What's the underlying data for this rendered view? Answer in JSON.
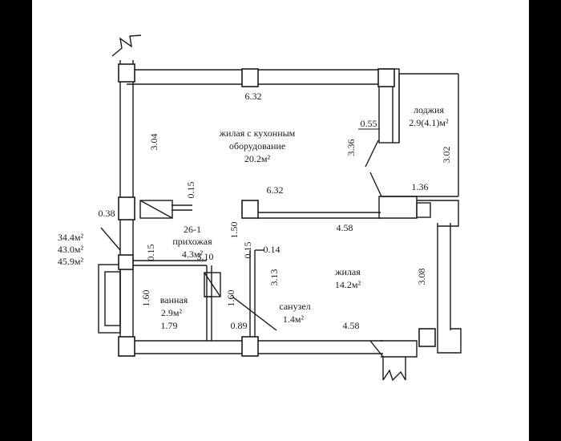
{
  "plan": {
    "summary_areas": [
      "34.4м²",
      "43.0м²",
      "45.9м²"
    ],
    "apartment_number": "26-1",
    "rooms": [
      {
        "name": "жилая с кухонным",
        "name2": "оборудование",
        "area": "20.2м²"
      },
      {
        "name": "лоджия",
        "area": "2.9(4.1)м²"
      },
      {
        "name": "прихожая",
        "area": "4.3м²"
      },
      {
        "name": "жилая",
        "area": "14.2м²"
      },
      {
        "name": "ванная",
        "area": "2.9м²"
      },
      {
        "name": "санузел",
        "area": "1.4м²"
      }
    ],
    "dimensions": {
      "top_width": "6.32",
      "kitchen_height": "3.04",
      "kitchen_inner_width": "6.32",
      "pillar_depth": "0.55",
      "kitchen_right_height": "3.36",
      "loggia_height": "3.02",
      "loggia_width": "1.36",
      "wall_small": "0.38",
      "vent_a": "0.15",
      "opening_height": "1.50",
      "living_top_width": "4.58",
      "vent_b": "0.15",
      "hall_width": "3.10",
      "vent_c": "0.15",
      "vent_d": "0.14",
      "living_left_height": "3.13",
      "living_right_height": "3.08",
      "bath_height": "1.60",
      "bath_width": "1.79",
      "wc_height": "1.60",
      "wc_width": "0.89",
      "living_bottom_width": "4.58"
    }
  }
}
